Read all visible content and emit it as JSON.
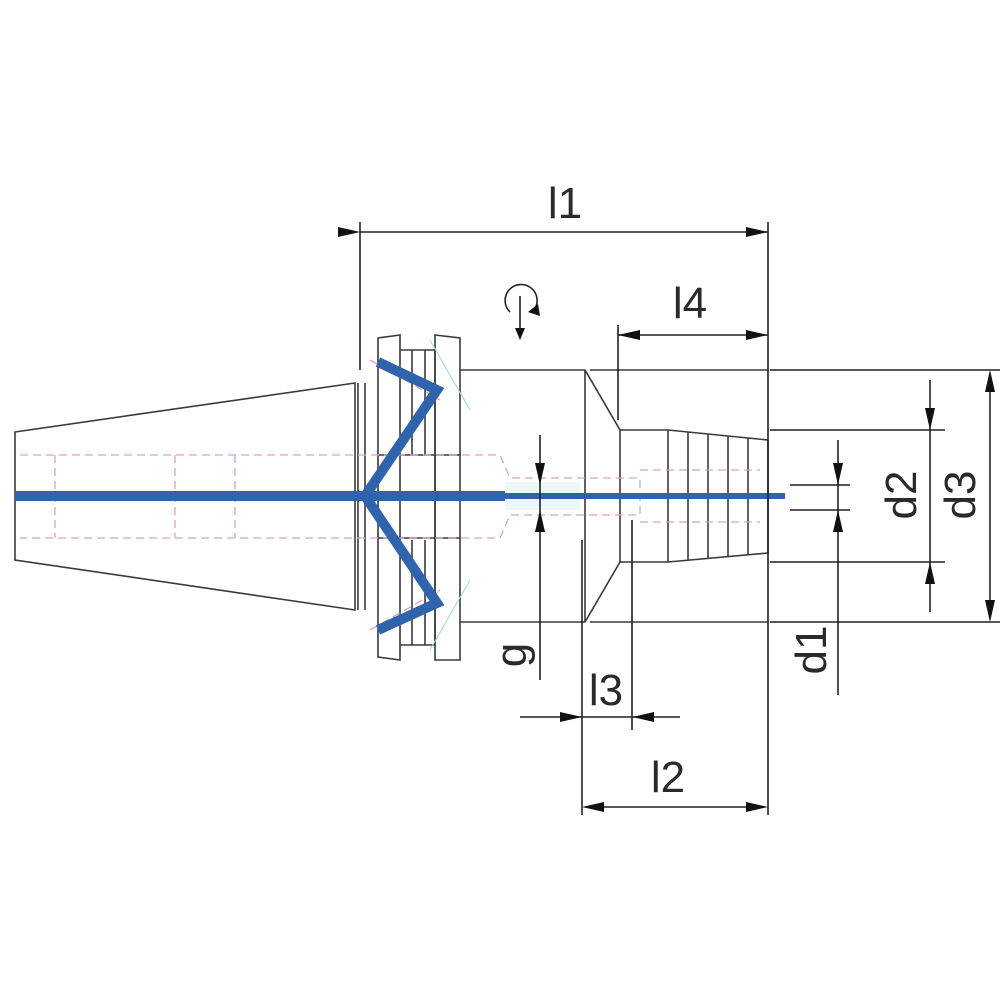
{
  "diagram": {
    "labels": {
      "l1": "l1",
      "l2": "l2",
      "l3": "l3",
      "l4": "l4",
      "g": "g",
      "d1": "d1",
      "d2": "d2",
      "d3": "d3"
    },
    "icons": [
      "rotation-direction-icon"
    ],
    "colors": {
      "axis_line": "#2f64ad",
      "hidden_lines": "#d9a0c8",
      "outline": "#3a3a3a"
    }
  }
}
